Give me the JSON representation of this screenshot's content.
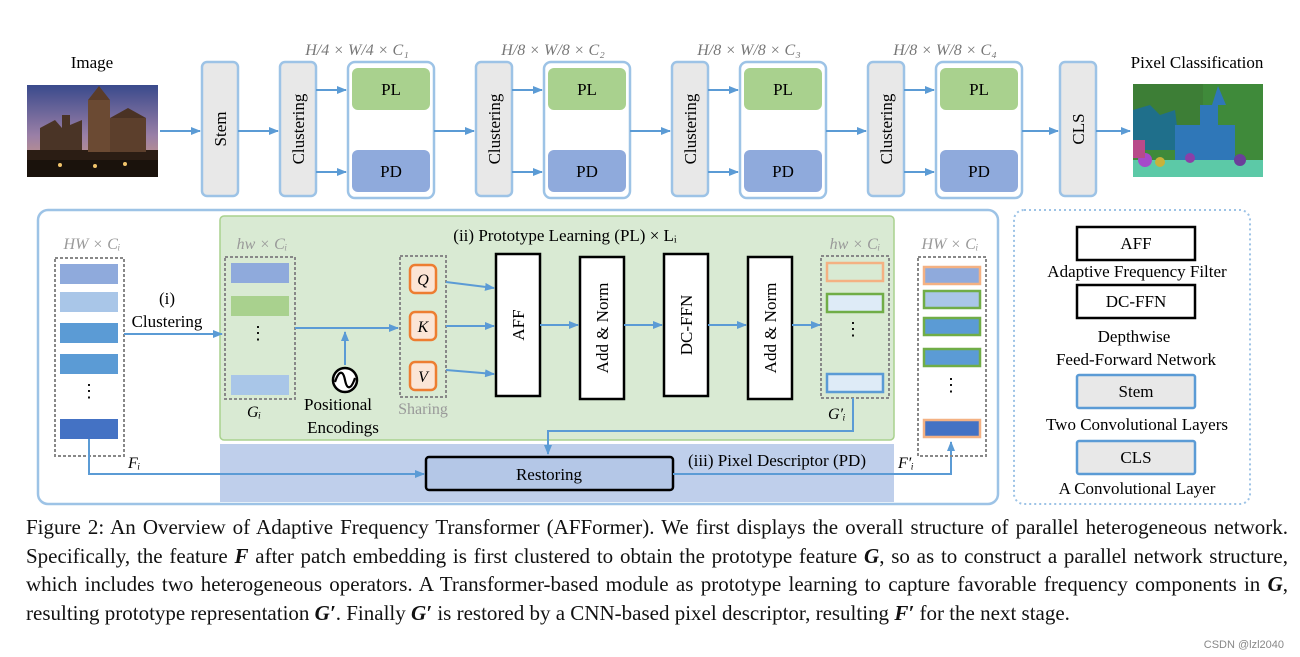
{
  "top": {
    "image_label": "Image",
    "output_label": "Pixel Classification",
    "stem": "Stem",
    "cls": "CLS",
    "clustering": "Clustering",
    "pl": "PL",
    "pd": "PD",
    "dims": [
      "H/4 × W/4 × C₁",
      "H/8 × W/8 × C₂",
      "H/8 × W/8 × C₃",
      "H/8 × W/8 × C₄"
    ]
  },
  "detail": {
    "in_dim": "HW × Cᵢ",
    "proto_dim": "hw × Cᵢ",
    "proto_out_dim": "hw × Cᵢ",
    "out_dim": "HW × Cᵢ",
    "clustering_num": "(i)",
    "clustering_label": "Clustering",
    "pl_title": "(ii) Prototype Learning (PL) × Lᵢ",
    "pd_title": "(iii) Pixel Descriptor (PD)",
    "positional_line1": "Positional",
    "positional_line2": "Encodings",
    "sharing": "Sharing",
    "q": "Q",
    "k": "K",
    "v": "V",
    "aff": "AFF",
    "add_norm_1": "Add & Norm",
    "dcffn": "DC-FFN",
    "add_norm_2": "Add & Norm",
    "restoring": "Restoring",
    "f_i": "Fᵢ",
    "f_i_prime": "F′ᵢ",
    "g_i": "Gᵢ",
    "g_i_prime": "G′ᵢ",
    "dots": "⋮"
  },
  "legend": {
    "aff_box": "AFF",
    "aff_desc": "Adaptive Frequency Filter",
    "dcffn_box": "DC-FFN",
    "dcffn_desc1": "Depthwise",
    "dcffn_desc2": "Feed-Forward Network",
    "stem_box": "Stem",
    "stem_desc": "Two Convolutional Layers",
    "cls_box": "CLS",
    "cls_desc": "A Convolutional Layer"
  },
  "caption": {
    "p1": "Figure 2: An Overview of Adaptive Frequency Transformer (AFFormer). We first displays the overall structure of parallel heterogeneous network. Specifically, the feature ",
    "v1": "F",
    "p2": " after patch embedding is first clustered to obtain the prototype feature ",
    "v2": "G",
    "p3": ", so as to construct a parallel network structure, which includes two heterogeneous operators. A Transformer-based module as prototype learning to capture favorable frequency components in ",
    "v3": "G",
    "p4": ", resulting prototype representation ",
    "v4": "G′",
    "p5": ". Finally ",
    "v5": "G′",
    "p6": " is restored by a CNN-based pixel descriptor, resulting ",
    "v6": "F′",
    "p7": " for the next stage."
  },
  "watermark": "CSDN @lzl2040",
  "colors": {
    "arrow": "#5b9bd5",
    "pl_green": "#a9d18e",
    "pd_blue": "#8faadc",
    "pl_panel": "#d9ead3",
    "pd_panel": "#b4c7e7",
    "box_gray": "#e8e8e8",
    "orange": "#ed7d31"
  }
}
